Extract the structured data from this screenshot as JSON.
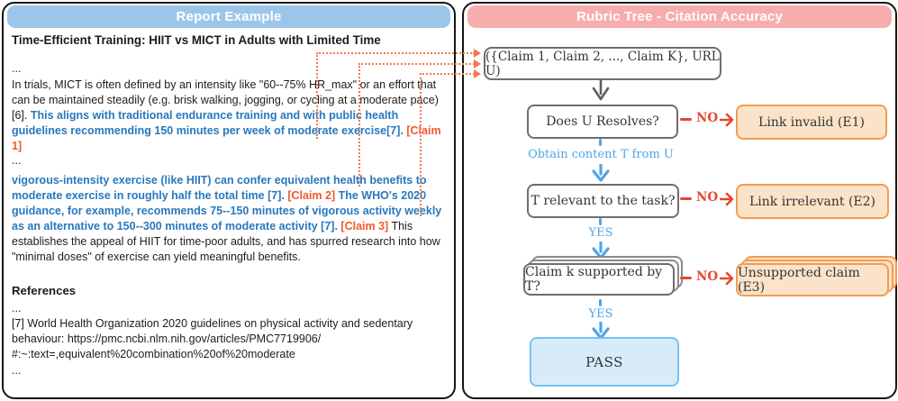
{
  "left_panel": {
    "header": "Report Example",
    "title": "Time-Efficient Training: HIIT vs MICT in Adults with Limited Time",
    "ellipsis": "...",
    "paragraph1": [
      {
        "style": "black",
        "text": "In trials, MICT is often defined by an intensity like \"60--75% HR_max\" or an effort that can be maintained steadily (e.g. brisk walking, jogging, or cycling at a moderate pace)[6]. "
      },
      {
        "style": "blue",
        "text": "This aligns with traditional endurance training and with public health guidelines recommending 150 minutes per week of moderate exercise[7]. "
      },
      {
        "style": "claim",
        "text": "[Claim 1]"
      }
    ],
    "paragraph2": [
      {
        "style": "blue",
        "text": "vigorous-intensity exercise (like HIIT) can confer equivalent health benefits to moderate exercise in roughly half the total time [7].  "
      },
      {
        "style": "claim",
        "text": "[Claim 2]"
      },
      {
        "style": "blue",
        "text": " The WHO's 2020 guidance, for example, recommends 75--150 minutes of vigorous activity weekly as an alternative to 150--300 minutes of moderate activity [7].  "
      },
      {
        "style": "claim",
        "text": "[Claim 3]"
      },
      {
        "style": "black",
        "text": " This establishes the appeal of HIIT for time-poor adults, and has spurred research into how \"minimal doses\" of exercise can yield meaningful benefits."
      }
    ],
    "references_heading": "References",
    "reference_entry": "[7] World Health Organization 2020 guidelines on physical activity and sedentary behaviour: https://pmc.ncbi.nlm.nih.gov/articles/PMC7719906/ #:~:text=,equivalent%20combination%20of%20moderate"
  },
  "right_panel": {
    "header": "Rubric Tree - Citation Accuracy",
    "input_node": "({Claim 1, Claim 2, ..., Claim K}, URL U)",
    "steps": [
      {
        "question": "Does U Resolves?",
        "no": "NO",
        "error": "Link invalid (E1)",
        "edge_label": "Obtain content T from U"
      },
      {
        "question": "T relevant to the task?",
        "no": "NO",
        "error": "Link irrelevant (E2)",
        "edge_label": "YES"
      },
      {
        "question": "Claim k supported by T?",
        "no": "NO",
        "error": "Unsupported claim (E3)",
        "edge_label": "YES"
      }
    ],
    "pass_node": "PASS"
  },
  "colors": {
    "left_header_bg": "#9CC6E9",
    "right_header_bg": "#F8ADAD",
    "claim_text": "#F1582B",
    "report_highlight_blue": "#2878BE",
    "connector_dotted_orange": "#F4794F",
    "flow_no_red": "#E6472E",
    "flow_yes_blue": "#4FA5E8",
    "error_node_bg": "#FBE3C9",
    "error_node_border": "#F29D52",
    "pass_node_bg": "#D8EBFA",
    "pass_node_border": "#77C2F2",
    "node_border_gray": "#6e6e6e"
  }
}
